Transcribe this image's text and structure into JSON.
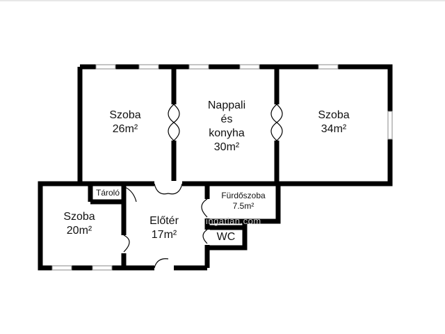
{
  "rooms": [
    {
      "id": "szoba_nw",
      "name": "Szoba",
      "area": "26m²"
    },
    {
      "id": "nappali",
      "name_lines": [
        "Nappali",
        "és",
        "konyha"
      ],
      "area": "30m²"
    },
    {
      "id": "szoba_ne",
      "name": "Szoba",
      "area": "34m²"
    },
    {
      "id": "szoba_sw",
      "name": "Szoba",
      "area": "20m²"
    },
    {
      "id": "eloter",
      "name": "Előtér",
      "area": "17m²"
    },
    {
      "id": "furdoszoba",
      "name": "Fürdőszoba",
      "area": "7.5m²"
    },
    {
      "id": "taroló",
      "name": "Tároló"
    },
    {
      "id": "wc",
      "name": "WC"
    }
  ],
  "watermark": "ingatlan.com",
  "colors": {
    "wall": "#000000",
    "window": "#8a8a8a",
    "background": "#ffffff",
    "watermark": "#c9c9c9"
  }
}
